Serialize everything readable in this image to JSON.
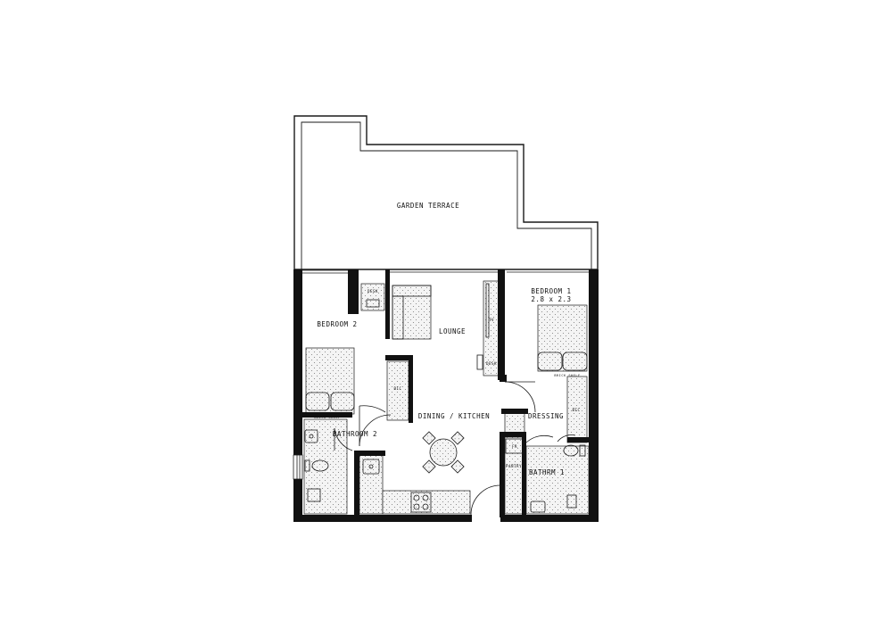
{
  "colors": {
    "wall": "#111111",
    "line": "#1a1a1a",
    "floor_fill": "#f4f4f4",
    "background": "#ffffff"
  },
  "labels": {
    "garden_terrace": "GARDEN TERRACE",
    "bedroom_1": "BEDROOM 1",
    "bedroom_1_size": "2.8 x 2.3",
    "bedroom_2": "BEDROOM 2",
    "lounge": "LOUNGE",
    "dining_kitchen": "DINING / KITCHEN",
    "dressing": "DRESSING",
    "bathroom_2": "BATHROOM 2",
    "bathrm_1": "BATHRM 1",
    "desk_1": "DESK",
    "desk_2": "DESK",
    "tv": "TV",
    "bic_1": "BIC",
    "bic_2": "BIC",
    "brick_shelf_1": "BRICK SHELF",
    "brick_shelf_2": "BRICK SHELF",
    "fr": "FR",
    "pantry": "PANTRY"
  }
}
